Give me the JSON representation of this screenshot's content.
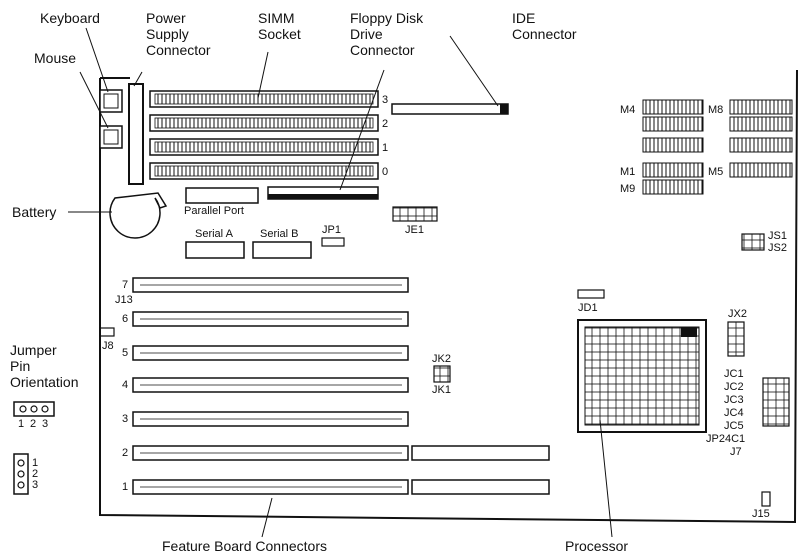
{
  "callouts": {
    "keyboard": "Keyboard",
    "mouse": "Mouse",
    "power_supply": "Power\nSupply\nConnector",
    "simm_socket": "SIMM\nSocket",
    "floppy": "Floppy Disk\nDrive\nConnector",
    "ide": "IDE\nConnector",
    "battery": "Battery",
    "feature_board": "Feature Board Connectors",
    "processor": "Processor",
    "jumper_orientation": "Jumper\nPin\nOrientation"
  },
  "board_labels": {
    "parallel_port": "Parallel Port",
    "serial_a": "Serial A",
    "serial_b": "Serial B",
    "jp1": "JP1",
    "je1": "JE1",
    "j13": "J13",
    "j8": "J8",
    "jd1": "JD1",
    "jk2": "JK2",
    "jk1": "JK1",
    "jx2": "JX2",
    "js1": "JS1",
    "js2": "JS2",
    "jc1": "JC1",
    "jc2": "JC2",
    "jc3": "JC3",
    "jc4": "JC4",
    "jc5": "JC5",
    "jp24c1": "JP24C1",
    "j7": "J7",
    "j15": "J15",
    "m4": "M4",
    "m8": "M8",
    "m1": "M1",
    "m5": "M5",
    "m9": "M9"
  },
  "simm_numbers": [
    "3",
    "2",
    "1",
    "0"
  ],
  "slot_numbers": [
    "7",
    "6",
    "5",
    "4",
    "3",
    "2",
    "1"
  ],
  "pin_numbers": {
    "horizontal": [
      "1",
      "2",
      "3"
    ],
    "vertical": [
      "1",
      "2",
      "3"
    ]
  }
}
